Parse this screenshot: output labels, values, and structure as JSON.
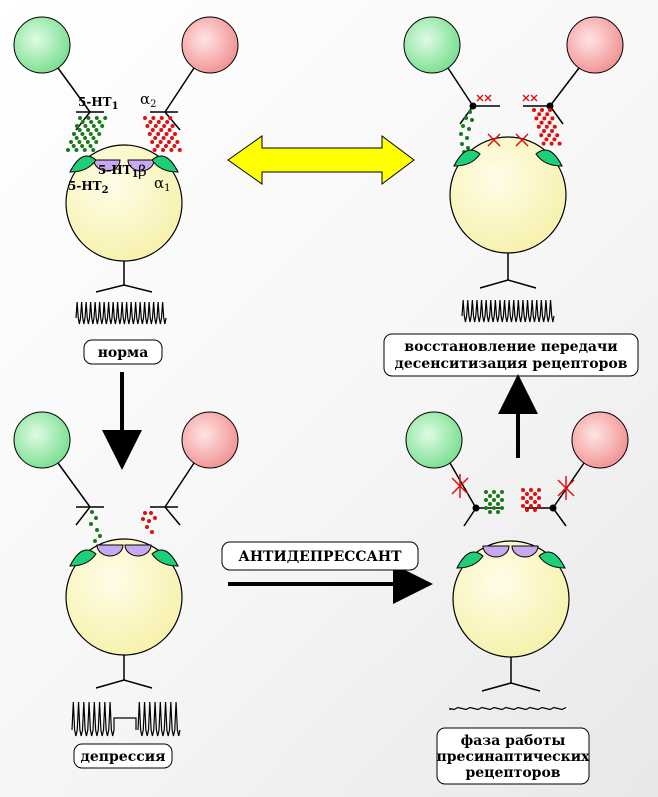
{
  "labels": {
    "norm": "норма",
    "depression": "депрессия",
    "antidepressant": "АНТИДЕПРЕССАНТ",
    "phase": [
      "фаза работы",
      "пресинаптических",
      "рецепторов"
    ],
    "restore": [
      "восстановление  передачи",
      "десенситизация  рецепторов"
    ]
  },
  "receptors": {
    "ht1_top": "5-HT",
    "ht1_top_sub": "1",
    "alpha2": "α",
    "alpha2_sub": "2",
    "ht1_post": "5-HT",
    "ht1_post_sub": "1",
    "beta": "β",
    "ht2": "5-HT",
    "ht2_sub": "2",
    "alpha1": "α",
    "alpha1_sub": "1"
  },
  "colors": {
    "green_cell": "#8fe8a0",
    "red_cell": "#f49a9a",
    "body": "#fbf7b6",
    "green_receptor": "#1ecf78",
    "violet_receptor": "#c8a8f0",
    "serotonin_dot": "#1a7a1a",
    "norepi_dot": "#e01010",
    "double_arrow": "#ffff00"
  }
}
